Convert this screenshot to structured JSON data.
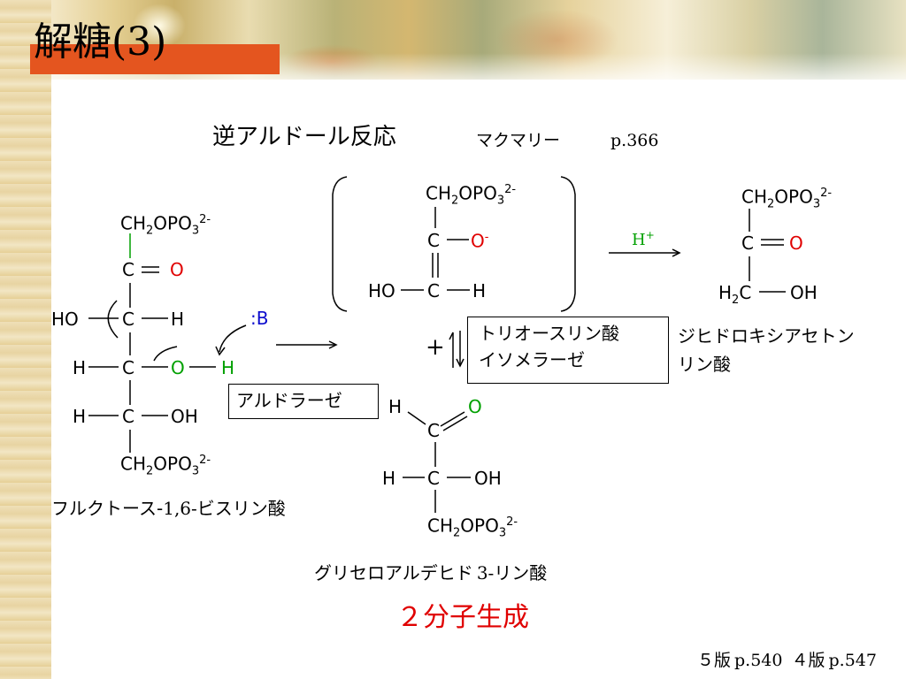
{
  "slide": {
    "title": "解糖(3)",
    "heading": "逆アルドール反応",
    "reference_book": "マクマリー",
    "reference_page": "p.366",
    "footer": {
      "edition5": "５版",
      "page5": "p.540",
      "edition4": "４版",
      "page4": "p.547"
    }
  },
  "labels": {
    "aldolase": "アルドラーゼ",
    "isomerase_line1": "トリオースリン酸",
    "isomerase_line2": "イソメラーゼ",
    "dhap_line1": "ジヒドロキシアセトン",
    "dhap_line2": "リン酸",
    "fbp_kana1": "フルクトース-",
    "fbp_num": "1,6-",
    "fbp_kana2": "ビスリン酸",
    "g3p_kana1": "グリセロアルデヒド",
    "g3p_num": "3-",
    "g3p_kana2": "リン酸",
    "conclusion": "２分子生成",
    "base": ":B",
    "proton": "H",
    "proton_charge": "+",
    "plus": "+"
  },
  "atoms": {
    "C": "C",
    "O": "O",
    "H": "H",
    "HO": "HO",
    "OH": "OH",
    "CH": "CH",
    "OPO": "OPO",
    "sub2": "2",
    "sub3": "3",
    "charge_2minus": "2-",
    "charge_minus": "-"
  },
  "colors": {
    "title_bar": "#e4551f",
    "oxygen": "#e00000",
    "hydrogen_bond": "#00a000",
    "base": "#0a0acd",
    "conclusion": "#e00000"
  }
}
